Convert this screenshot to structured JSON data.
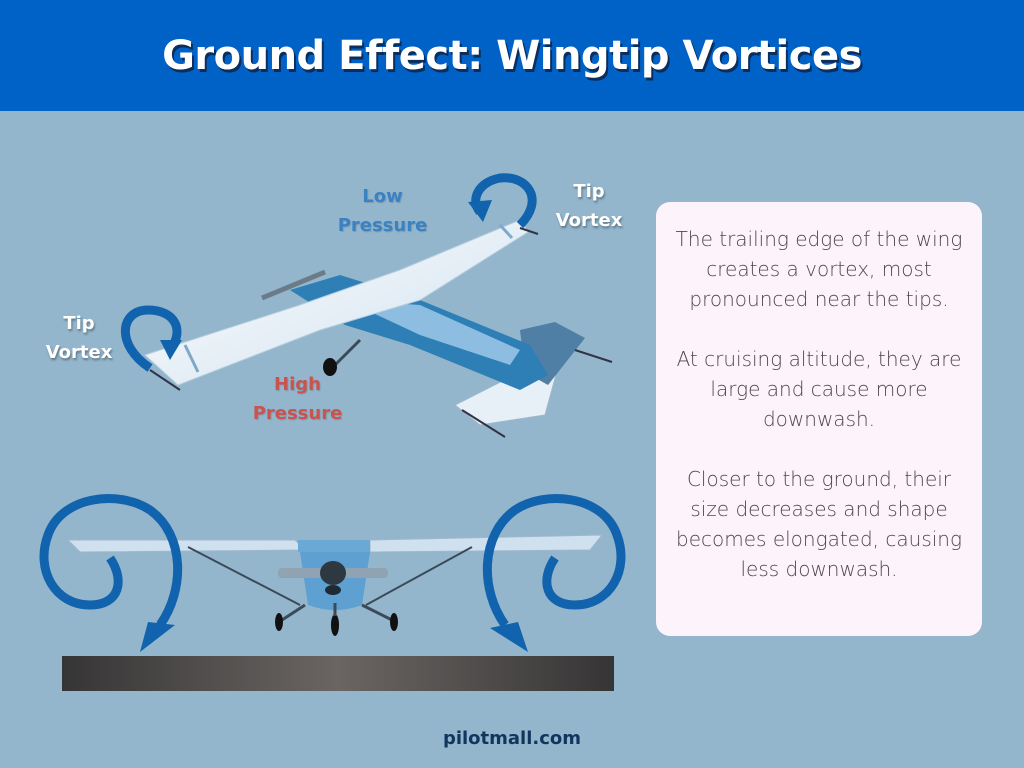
{
  "header": {
    "title": "Ground Effect: Wingtip Vortices"
  },
  "top_diagram": {
    "labels": {
      "low_pressure": [
        "Low",
        "Pressure"
      ],
      "high_pressure": [
        "High",
        "Pressure"
      ],
      "tip_vortex_left": [
        "Tip",
        "Vortex"
      ],
      "tip_vortex_right": [
        "Tip",
        "Vortex"
      ]
    }
  },
  "bottom_diagram": {
    "ground": "ground-bar",
    "vortex_arrows": 2
  },
  "info_card": {
    "paragraphs": [
      "The trailing edge of the wing creates a vortex, most pronounced near the tips.",
      "At cruising altitude, they are large and cause more downwash.",
      "Closer to the ground, their size decreases and shape becomes elongated, causing less downwash."
    ]
  },
  "footer": {
    "site": "pilotmall.com"
  },
  "colors": {
    "header_bg": "#0061c7",
    "page_bg": "#93b6cd",
    "card_bg": "#fdf3fa",
    "arrow_blue": "#1163ad",
    "low_pressure": "#3b82c4",
    "high_pressure": "#c9544f",
    "ground": "#4d4a4a"
  }
}
